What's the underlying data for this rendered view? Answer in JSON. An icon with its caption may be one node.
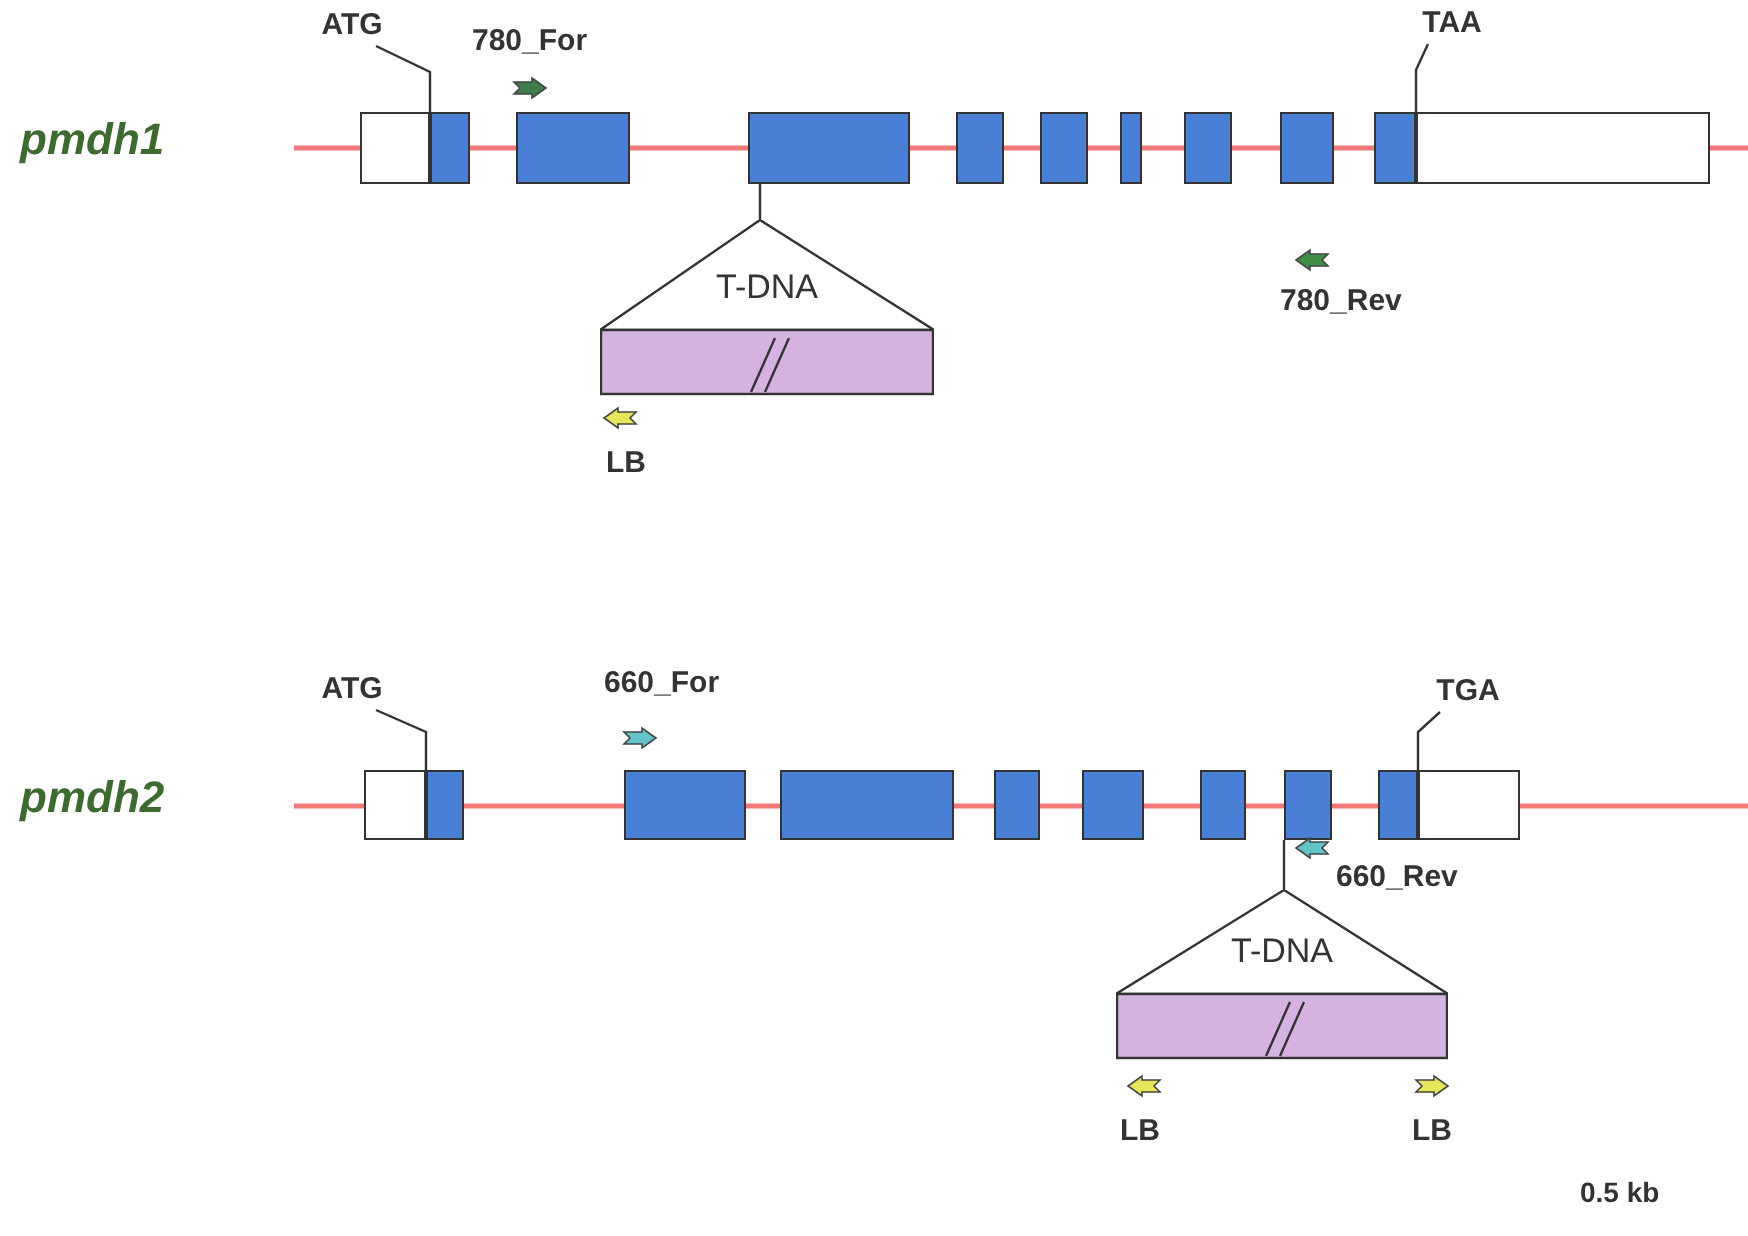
{
  "diagram": {
    "nodes": [
      {
        "text": [
          "ATG"
        ]
      },
      {
        "text": [
          "TAA"
        ]
      },
      {
        "text": [],
        "shape": "box"
      },
      {
        "text": [],
        "shape": "box"
      },
      {
        "text": [],
        "shape": "box"
      },
      {
        "text": [],
        "shape": "box"
      },
      {
        "text": [],
        "shape": "box"
      },
      {
        "text": [],
        "shape": "box"
      },
      {
        "text": [],
        "shape": "box"
      },
      {
        "text": [],
        "shape": "box"
      },
      {
        "text": [],
        "shape": "box"
      },
      {
        "text": [],
        "shape": "box"
      },
      {
        "text": [],
        "shape": "box"
      },
      {
        "text": [
          "T-DNA"
        ]
      },
      {
        "text": [
          "ATG"
        ]
      },
      {
        "text": [
          "TGA"
        ]
      },
      {
        "text": [],
        "shape": "box"
      },
      {
        "text": [],
        "shape": "box"
      },
      {
        "text": [],
        "shape": "box"
      },
      {
        "text": [],
        "shape": "box"
      },
      {
        "text": [],
        "shape": "box"
      },
      {
        "text": [],
        "shape": "box"
      },
      {
        "text": [],
        "shape": "box"
      },
      {
        "text": [],
        "shape": "box"
      },
      {
        "text": [],
        "shape": "box"
      },
      {
        "text": [],
        "shape": "box"
      },
      {
        "text": [
          "T-DNA"
        ]
      }
    ],
    "edges": [
      {
        "from": 0,
        "to": 3,
        "arrow": "none"
      },
      {
        "from": 1,
        "to": 12,
        "arrow": "none"
      },
      {
        "from": 5,
        "to": 13,
        "arrow": "none"
      },
      {
        "from": 14,
        "to": 17,
        "arrow": "none"
      },
      {
        "from": 15,
        "to": 25,
        "arrow": "none"
      },
      {
        "from": 23,
        "to": 26,
        "arrow": "none"
      }
    ],
    "labels": [
      "pmdh1",
      "780_For",
      "780_Rev",
      "LB",
      "pmdh2",
      "660_For",
      "660_Rev",
      "LB",
      "LB",
      "0.5 kb"
    ]
  }
}
